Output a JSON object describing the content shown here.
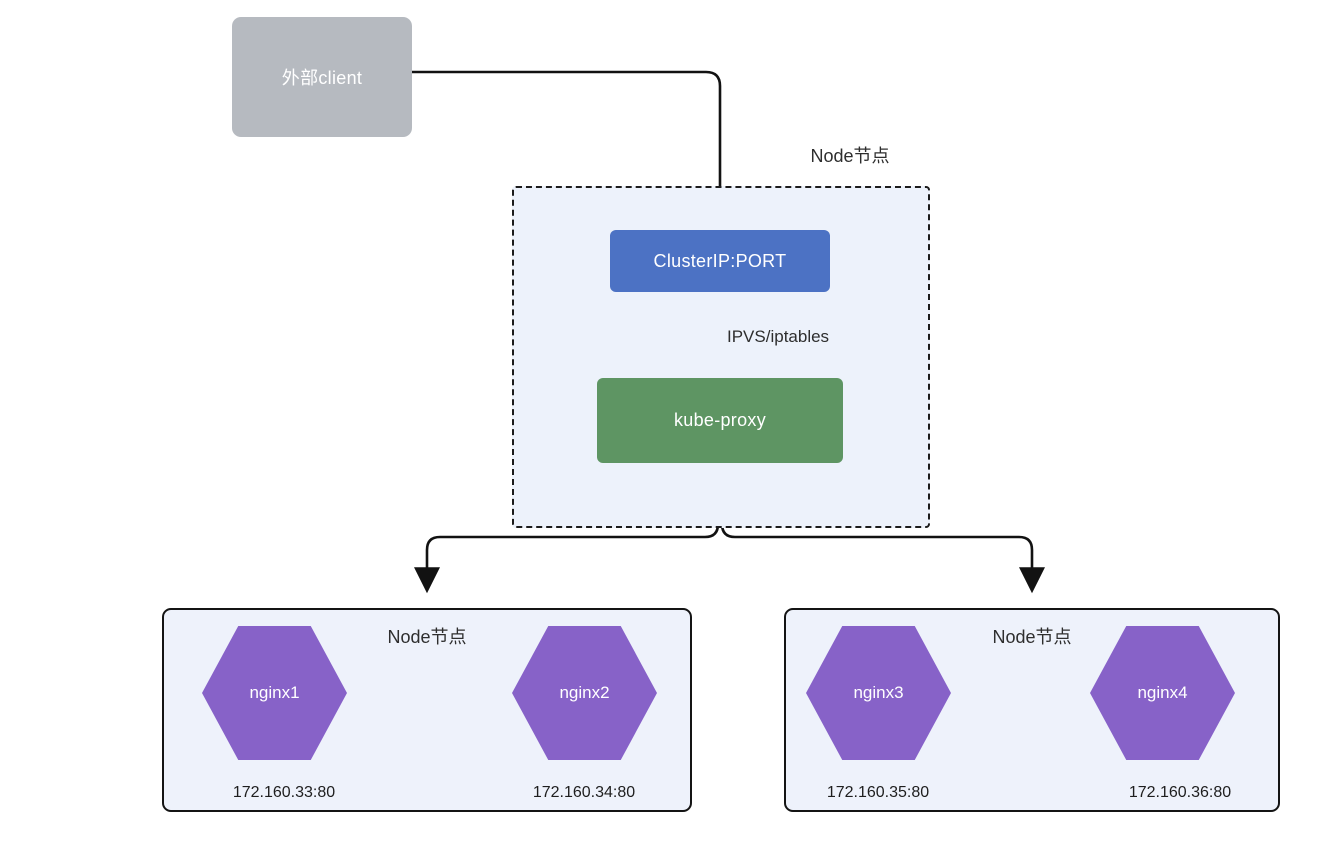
{
  "diagram": {
    "client": {
      "label": "外部client"
    },
    "top_node": {
      "title": "Node节点",
      "cluster_ip_label": "ClusterIP:PORT",
      "arrow_label": "IPVS/iptables",
      "kube_proxy_label": "kube-proxy"
    },
    "node_left": {
      "title": "Node节点",
      "pods": [
        {
          "name": "nginx1",
          "ip": "172.160.33:80"
        },
        {
          "name": "nginx2",
          "ip": "172.160.34:80"
        }
      ]
    },
    "node_right": {
      "title": "Node节点",
      "pods": [
        {
          "name": "nginx3",
          "ip": "172.160.35:80"
        },
        {
          "name": "nginx4",
          "ip": "172.160.36:80"
        }
      ]
    },
    "colors": {
      "client_fill": "#b6bac0",
      "cluster_ip_fill": "#4c72c4",
      "kube_proxy_fill": "#5e9563",
      "pod_fill": "#8762c8",
      "node_fill": "#eef2fb",
      "arrow_stroke": "#121212"
    }
  }
}
